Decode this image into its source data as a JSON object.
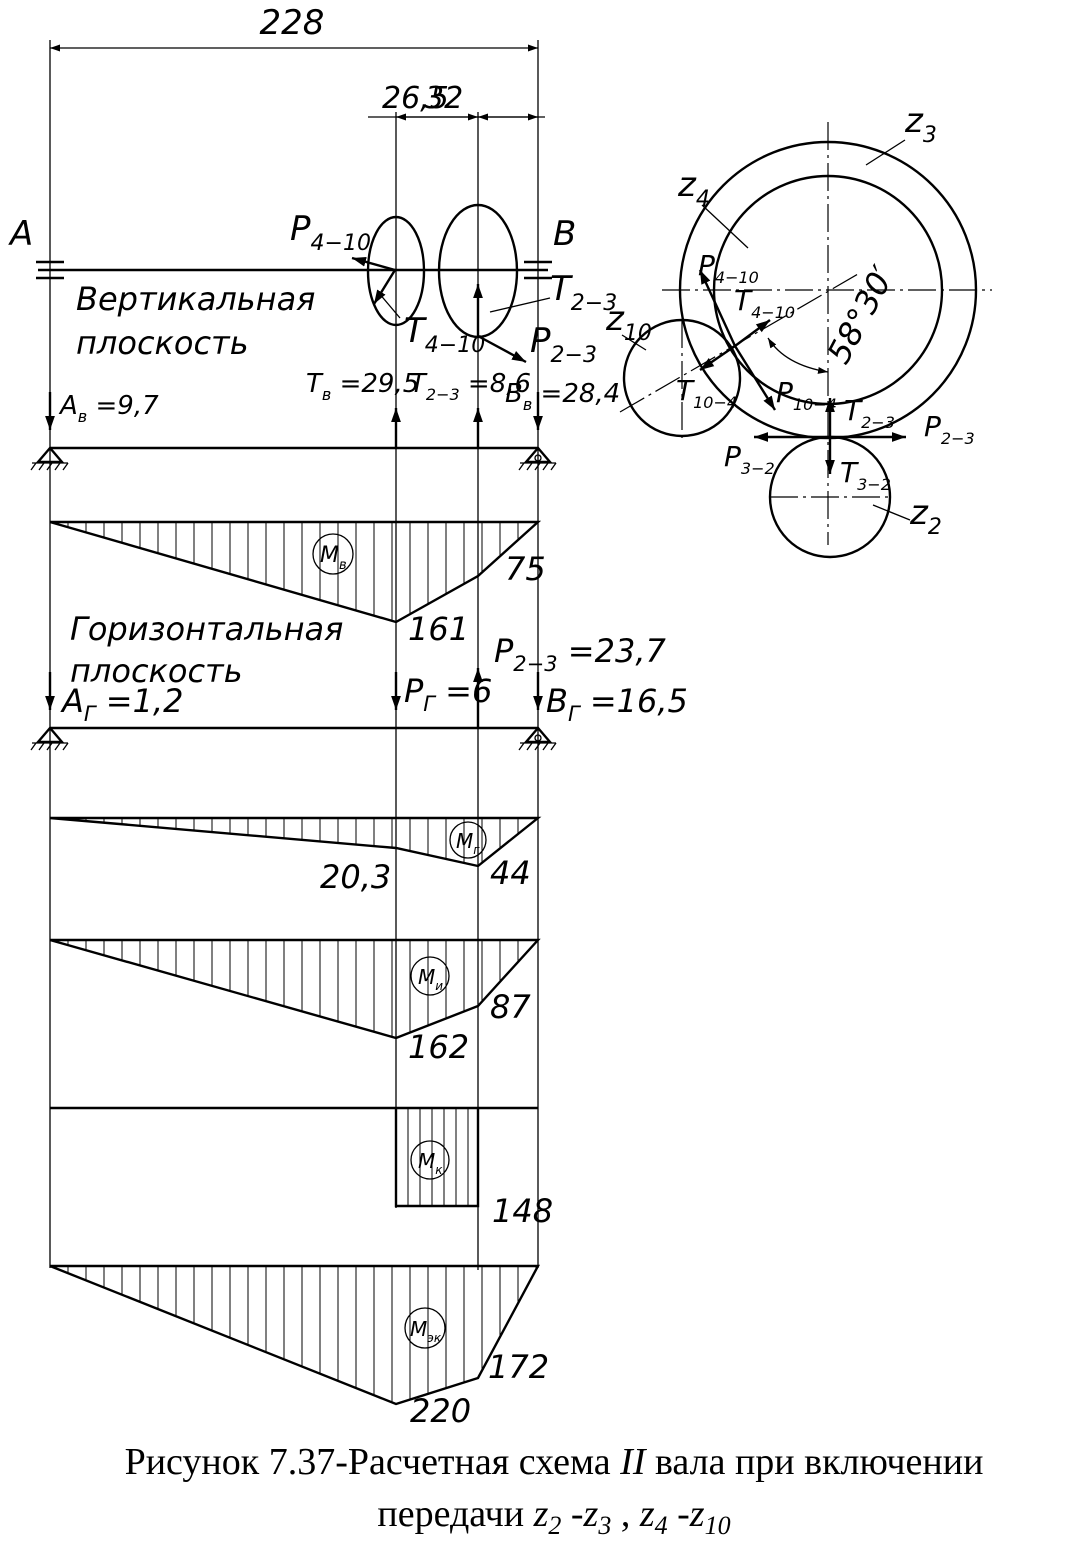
{
  "dimensions": {
    "total": "228",
    "inner": "26,5",
    "right": "32"
  },
  "supports": {
    "a": "A",
    "b": "B"
  },
  "planes": {
    "vertical": [
      "Вертикальная",
      "плоскость"
    ],
    "horizontal": [
      "Горизонтальная",
      "плоскость"
    ]
  },
  "forces": {
    "p_4_10": [
      "P",
      "4−10"
    ],
    "t_4_10": [
      "T",
      "4−10"
    ],
    "t_2_3": [
      "T",
      "2−3"
    ],
    "p_2_3": [
      "P",
      "2−3"
    ]
  },
  "vertical_loads": {
    "a": [
      "A",
      "в",
      " =9,7"
    ],
    "t": [
      "T",
      "в",
      " =29,5"
    ],
    "t_2_3": [
      "T",
      "2−3",
      " =8,6"
    ],
    "b": [
      "B",
      "в",
      " =28,4"
    ]
  },
  "horizontal_loads": {
    "p_2_3": [
      "P",
      "2−3",
      " =23,7"
    ],
    "a": [
      "A",
      "Г",
      " =1,2"
    ],
    "p": [
      "P",
      "Г",
      " =6"
    ],
    "b": [
      "B",
      "Г",
      " =16,5"
    ]
  },
  "diagrams": {
    "mv": {
      "tag": [
        "M",
        "в"
      ],
      "values": [
        "161",
        "75"
      ]
    },
    "mg": {
      "tag": [
        "M",
        "г"
      ],
      "values": [
        "20,3",
        "44"
      ]
    },
    "mi": {
      "tag": [
        "M",
        "и"
      ],
      "values": [
        "162",
        "87"
      ]
    },
    "mk": {
      "tag": [
        "M",
        "к"
      ],
      "values": [
        "148"
      ]
    },
    "me": {
      "tag": [
        "M",
        "эк"
      ],
      "values": [
        "220",
        "172"
      ]
    }
  },
  "gears": {
    "z3": [
      "z",
      "3"
    ],
    "z4": [
      "z",
      "4"
    ],
    "z10": [
      "z",
      "10"
    ],
    "z2": [
      "z",
      "2"
    ],
    "angle": "58°30′",
    "p_4_10": [
      "P",
      "4−10"
    ],
    "t_4_10": [
      "T",
      "4−10"
    ],
    "t_10_4": [
      "T",
      "10−4"
    ],
    "p_10_4": [
      "P",
      "10−4"
    ],
    "t_2_3": [
      "T",
      "2−3"
    ],
    "p_2_3": [
      "P",
      "2−3"
    ],
    "p_3_2": [
      "P",
      "3−2"
    ],
    "t_3_2": [
      "T",
      "3−2"
    ]
  },
  "caption": {
    "line1_prefix": "Рисунок 7.37-Расчетная схема ",
    "line1_roman": "II",
    "line1_suffix": " вала при включении",
    "line2_prefix": "передачи ",
    "pairs": [
      {
        "a": [
          "z",
          "2"
        ],
        "b": [
          "z",
          "3"
        ]
      },
      {
        "a": [
          "z",
          "4"
        ],
        "b": [
          "z",
          "10"
        ]
      }
    ]
  }
}
